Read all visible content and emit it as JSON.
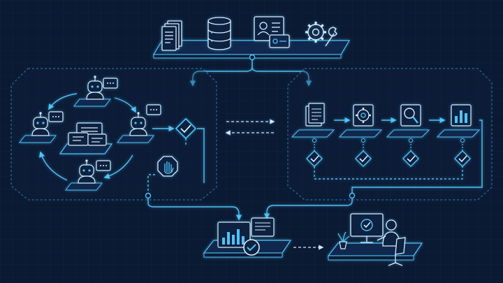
{
  "colors": {
    "background": "#0b1a33",
    "grid": "#13284a",
    "line": "#4fc3f7",
    "line_dim": "#2e7fb8",
    "panel_fill": "#0d2140",
    "platform_top": "#10284d",
    "platform_side": "#0a1c38"
  },
  "diagram": {
    "top_platform": {
      "icons": [
        "documents-icon",
        "database-icon",
        "profile-card-icon",
        "gear-wrench-icon"
      ]
    },
    "left_panel": {
      "agents": [
        "robot-agent-top",
        "robot-agent-left",
        "robot-agent-right",
        "robot-agent-bottom"
      ],
      "center": "chat-bubbles-icon",
      "checkpoint": "check-diamond-icon",
      "stop": "stop-hand-icon"
    },
    "right_panel": {
      "steps": [
        "document-icon",
        "gear-icon",
        "magnifier-icon",
        "bar-chart-icon"
      ],
      "checks": 4
    },
    "bottom_left": "dashboard-check-icon",
    "bottom_right": "human-reviewer-icon"
  }
}
